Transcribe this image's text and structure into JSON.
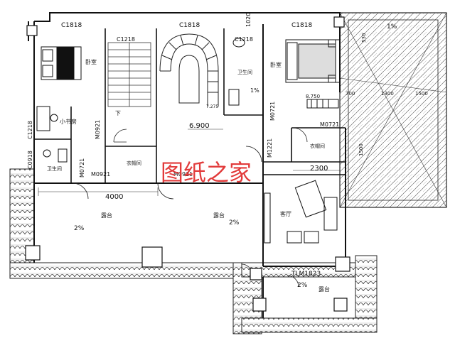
{
  "watermark": "图纸之家",
  "windows": {
    "c1818_left": "C1818",
    "c1818_mid": "C1818",
    "c1818_right": "C1818",
    "c1218_stair": "C1218",
    "c1218_bath": "C1218",
    "c1218_side": "C1218",
    "c0918": "C0918",
    "tlm1823": "TLM1823",
    "dim_1020": "1020"
  },
  "doors": {
    "m0921_a": "M0921",
    "m0921_b": "M0921",
    "m0921_c": "M0921",
    "m0721_a": "M0721",
    "m0721_b": "M0721",
    "m0721_c": "M0721",
    "m1221": "M1221"
  },
  "rooms": {
    "bedroom_left": "卧室",
    "small_study": "小书房",
    "bathroom_left": "卫生间",
    "closet_left": "衣帽间",
    "bathroom_mid": "卫生间",
    "bedroom_right": "卧室",
    "closet_right": "衣帽间",
    "living": "客厅",
    "terrace_left": "露台",
    "terrace_mid": "露台",
    "terrace_bottom": "露台",
    "stair_down": "下"
  },
  "dimensions": {
    "level": "6.900",
    "width_4000": "4000",
    "width_2300": "2300",
    "slope_1": "2%",
    "slope_2": "2%",
    "slope_3": "2%",
    "slope_roof": "1%",
    "slope_bath": "1%",
    "roof_dims": [
      "530",
      "700",
      "1300",
      "1500",
      "1500",
      "8.750"
    ],
    "marker_7275": "7.275"
  }
}
